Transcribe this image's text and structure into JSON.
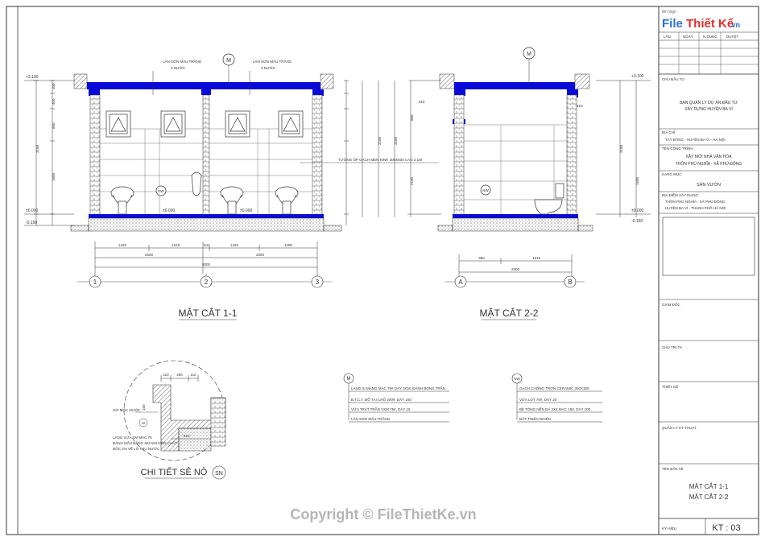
{
  "logo": {
    "top_text": "tên logo",
    "brand_main": "File",
    "brand_accent": "Thiết Kế",
    "brand_suffix": ".vn"
  },
  "watermark": "Copyright © FileThietKe.vn",
  "title_block": {
    "header_cells": [
      "LẦN",
      "NGÀY",
      "N.DUNG",
      "DUYỆT"
    ],
    "chu_dau_tu_label": "CHỦ ĐẦU TƯ",
    "chu_dau_tu_line1": "BAN QUẢN LÝ DỰ ÁN ĐẦU TƯ",
    "chu_dau_tu_line2": "XÂY DỰNG HUYỆN BA VÌ",
    "dia_chi_label": "ĐỊA CHỈ",
    "dia_chi_value": "TÂY ĐẰNG - HUYỆN BA VÌ - HÀ NỘI",
    "cong_trinh_label": "TÊN CÔNG TRÌNH",
    "cong_trinh_line1": "XÂY MỚI NHÀ VĂN HÓA",
    "cong_trinh_line2": "THÔN PHÚ NGHĨA - XÃ PHÚ ĐÔNG",
    "hang_muc_label": "HẠNG MỤC",
    "hang_muc_value": "SÂN VƯỜN",
    "dia_diem_label": "ĐỊA ĐIỂM XÂY DỰNG",
    "dia_diem_line1": "THÔN PHÚ NGHĨA - XÃ PHÚ ĐÔNG",
    "dia_diem_line2": "HUYỆN BA VÌ - THÀNH PHỐ HÀ NỘI",
    "role_1": "GIÁM ĐỐC",
    "role_2": "CHỦ TRÌ TK",
    "role_3": "THIẾT KẾ",
    "role_4": "QUẢN LÝ KỸ THUẬT",
    "ten_ban_ve_label": "TÊN BẢN VẼ",
    "drawing_title_1": "MẶT CẮT 1-1",
    "drawing_title_2": "MẶT CẮT 2-2",
    "ky_hieu_label": "KÝ HIỆU",
    "sheet_no": "KT : 03"
  },
  "section_1": {
    "title": "MẶT CẮT 1-1",
    "paint_note_1": "LĂN SƠN MÀU TRẮNG",
    "paint_note_1b": "3 NƯỚC",
    "paint_note_2": "LĂN SƠN MÀU TRẮNG",
    "paint_note_2b": "3 NƯỚC",
    "tag_m": "M",
    "tag_nw": "NW",
    "level_top": "+3.100",
    "level_zero": "±0.000",
    "level_floor_1": "±0.000",
    "level_floor_2": "±0.000",
    "level_bottom": "-0.150",
    "tile_note": "TƯỜNG ỐP GẠCH MEN KÍNH 300X600 CAO 2.1M",
    "left_dims": [
      "300",
      "400",
      "800",
      "3100",
      "1600"
    ],
    "bottom_dims_1": [
      "1220",
      "1225",
      "110",
      "1165",
      "1280"
    ],
    "bottom_dims_2": [
      "2500",
      "2500"
    ],
    "bottom_total": "5000",
    "axes": [
      "1",
      "2",
      "3"
    ]
  },
  "section_2": {
    "title": "MẶT CẮT 2-2",
    "tag_m": "M",
    "tag_nw": "NW",
    "level_top": "+3.100",
    "level_zero": "±0.000",
    "level_bottom": "-0.150",
    "left_dims": [
      "510",
      "600",
      "800",
      "2100",
      "3100",
      "2100",
      "510",
      "1600"
    ],
    "right_dims": [
      "300",
      "400",
      "800",
      "3100",
      "1600"
    ],
    "bottom_dims_1": [
      "990",
      "1510"
    ],
    "bottom_total": "2500",
    "axes": [
      "A",
      "B"
    ]
  },
  "detail": {
    "title": "CHI TIẾT SÊ NÔ",
    "tag": "SN",
    "dims_top": [
      "110",
      "290",
      "110"
    ],
    "dim_510": "510",
    "dim_150": "150",
    "drip_label": "GỜ MÓC NƯỚC",
    "tag_m": "M",
    "note_1": "LÁNG VỮA XM MÁC 75",
    "note_2": "ĐÁNH MẦU BẰNG XM NGUYÊN CHẤT",
    "note_3": "DỐC 2% VỀ LỖ THU NƯỚC"
  },
  "legend_m": {
    "tag": "M",
    "items": [
      "LÁNG XI MĂNG MÁC 75# DÀY 3CM, ĐÁNH BÓNG TRẦN",
      "B.T.C.T. ĐỔ TẠI CHỖ 200#, DÀY 100",
      "VỮA TRÁT TRẦN VXM 75#, DÀY 15",
      "LĂN SƠN MÀU TRẮNG"
    ]
  },
  "legend_nw": {
    "tag": "NW",
    "items": [
      "GẠCH CHỐNG TRƠN CERAMIC 300X300",
      "VỮA LÓT 75#, DÀY 20",
      "BÊ TÔNG NỀN ĐÁ 2X4,MÁC 150, DÀY 100",
      "ĐẤT THIÊN NHIÊN"
    ]
  },
  "colors": {
    "line": "#333333",
    "structure": "#0a0ad8",
    "brand_main": "#2a6fd0",
    "brand_accent": "#e03030",
    "watermark": "#b5b5b5"
  }
}
